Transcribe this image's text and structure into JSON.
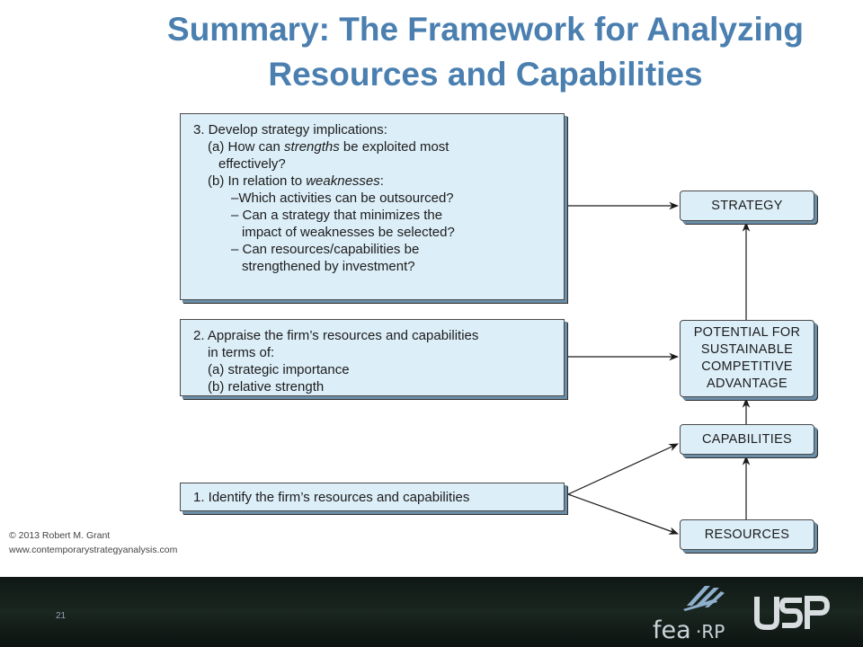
{
  "slide": {
    "title": "Summary: The Framework for Analyzing Resources and Capabilities",
    "page_number": "21"
  },
  "copyright": {
    "line1": "© 2013 Robert M. Grant",
    "line2": "www.contemporarystrategyanalysis.com"
  },
  "steps": {
    "step3": {
      "l1": "3. Develop strategy implications:",
      "l2a": "(a) How can ",
      "l2b": "strengths",
      "l2c": " be exploited most",
      "l3": "effectively?",
      "l4a": "(b) In relation to ",
      "l4b": "weaknesses",
      "l4c": ":",
      "l5": "–Which activities can be outsourced?",
      "l6": "– Can a strategy that minimizes the",
      "l7": "impact of weaknesses be selected?",
      "l8": "– Can resources/capabilities be",
      "l9": "strengthened by investment?"
    },
    "step2": {
      "l1": "2. Appraise the firm’s resources and capabilities",
      "l2": "in terms of:",
      "l3": "(a) strategic importance",
      "l4": "(b) relative strength"
    },
    "step1": {
      "l1": "1. Identify the firm’s resources and capabilities"
    }
  },
  "nodes": {
    "strategy": "STRATEGY",
    "potential": [
      "POTENTIAL FOR",
      "SUSTAINABLE",
      "COMPETITIVE",
      "ADVANTAGE"
    ],
    "capabilities": "CAPABILITIES",
    "resources": "RESOURCES"
  },
  "logos": {
    "fea": "fea·RP",
    "usp": "USP"
  },
  "colors": {
    "title": "#4a7fb0",
    "box_fill": "#dceef8",
    "footer": "#141e1a"
  }
}
